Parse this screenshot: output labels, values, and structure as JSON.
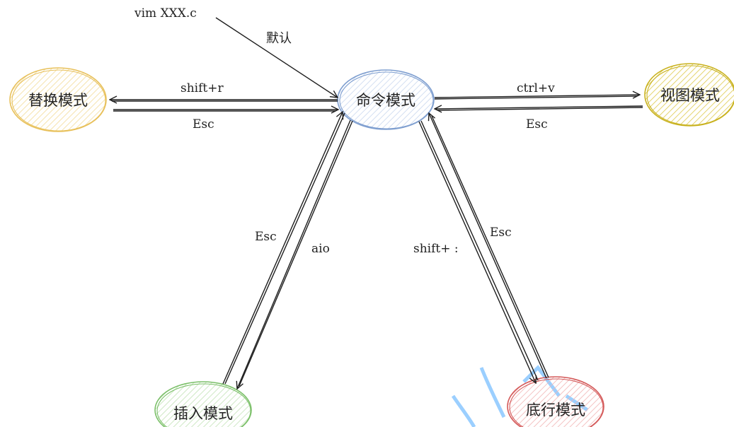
{
  "nodes": {
    "command": {
      "label": "命令模式",
      "stroke": "#7f9fd0",
      "fill": "#d9e4f3"
    },
    "replace": {
      "label": "替换模式",
      "stroke": "#e8c15c",
      "fill": "#fbecc4"
    },
    "visual": {
      "label": "视图模式",
      "stroke": "#c9b21f",
      "fill": "#f0e48e"
    },
    "insert": {
      "label": "插入模式",
      "stroke": "#7cc06a",
      "fill": "#d8efce"
    },
    "lastline": {
      "label": "底行模式",
      "stroke": "#d45a5a",
      "fill": "#f6cccc"
    }
  },
  "edges": {
    "entry": {
      "label": "vim  XXX.c"
    },
    "entry_default": {
      "label": "默认"
    },
    "to_replace": {
      "label": "shift+r"
    },
    "replace_back": {
      "label": "Esc"
    },
    "to_visual": {
      "label": "ctrl+v"
    },
    "visual_back": {
      "label": "Esc"
    },
    "insert_back": {
      "label": "Esc"
    },
    "to_insert": {
      "label": "aio"
    },
    "to_lastline": {
      "label": "shift+ :"
    },
    "lastline_back": {
      "label": "Esc"
    }
  },
  "watermark_color": "#4aa8ff"
}
